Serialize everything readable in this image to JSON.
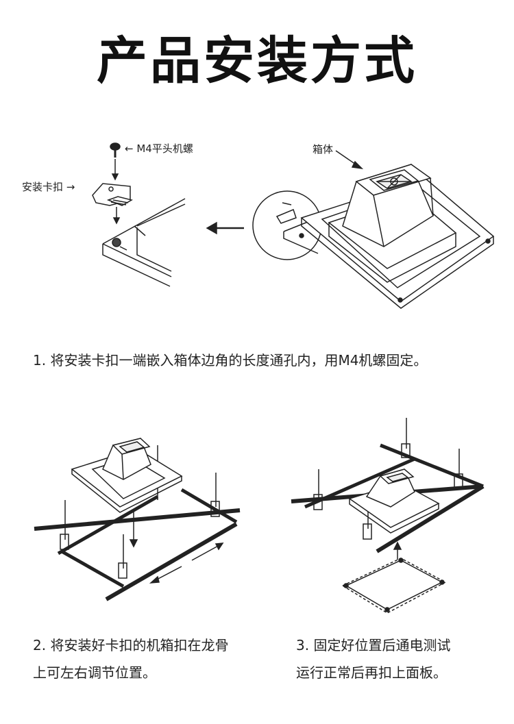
{
  "title": "产品安装方式",
  "figure1": {
    "label_screw": "← M4平头机螺",
    "label_clip": "安装卡扣 →",
    "label_box": "箱体"
  },
  "steps": {
    "step1": "1. 将安装卡扣一端嵌入箱体边角的长度通孔内，用M4机螺固定。",
    "step2_line1": "2. 将安装好卡扣的机箱扣在龙骨",
    "step2_line2": "上可左右调节位置。",
    "step3_line1": "3. 固定好位置后通电测试",
    "step3_line2": "运行正常后再扣上面板。"
  }
}
